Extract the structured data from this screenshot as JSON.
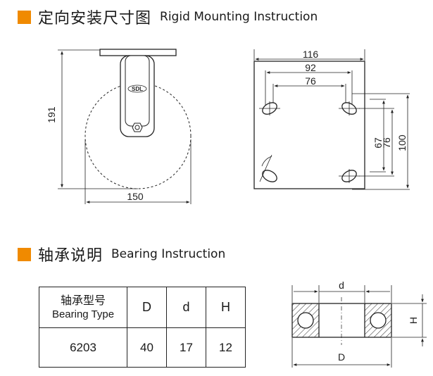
{
  "colors": {
    "accent": "#f08a00"
  },
  "mounting_section": {
    "title_cn": "定向安装尺寸图",
    "title_en": "Rigid Mounting Instruction"
  },
  "wheel_view": {
    "logo": "SDL",
    "height_dim": "191",
    "wheel_diameter_dim": "150"
  },
  "plate_view": {
    "plate_width_dim": "116",
    "hole_spacing_outer_dim": "92",
    "hole_spacing_inner_dim": "76",
    "plate_height_dim": "100",
    "hole_spacing_v_outer_dim": "76",
    "hole_spacing_v_inner_dim": "67"
  },
  "bearing_section": {
    "title_cn": "轴承说明",
    "title_en": "Bearing Instruction"
  },
  "bearing_table": {
    "header_type_cn": "轴承型号",
    "header_type_en": "Bearing Type",
    "col_D": "D",
    "col_d": "d",
    "col_H": "H",
    "row": {
      "type": "6203",
      "D": "40",
      "d": "17",
      "H": "12"
    }
  },
  "bearing_diagram": {
    "label_d": "d",
    "label_D": "D",
    "label_H": "H"
  }
}
